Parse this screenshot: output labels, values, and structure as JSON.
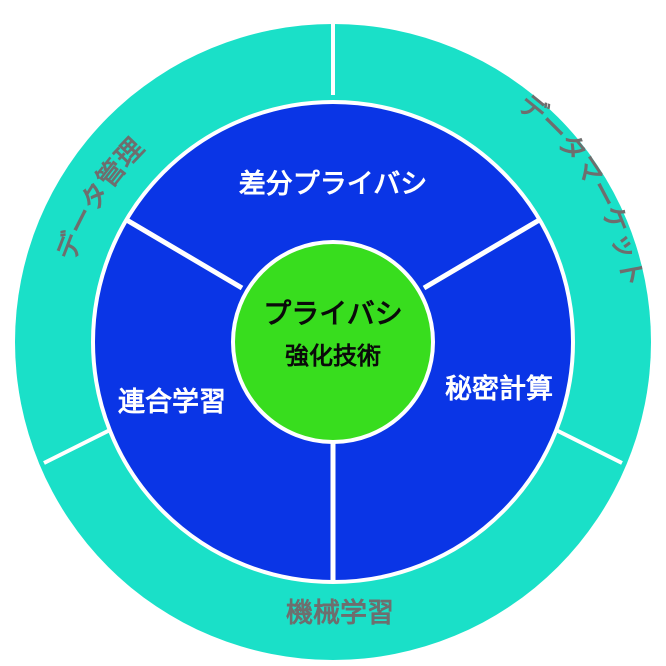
{
  "colors": {
    "outer_ring": "#1ae0c8",
    "inner_ring": "#0a35e6",
    "core": "#38dd1e",
    "divider": "#ffffff",
    "outer_text": "#6e6e6e",
    "inner_text": "#ffffff",
    "core_text": "#0a0a0a"
  },
  "outer_ring": {
    "top_left": "データ管理",
    "top_right": "データマーケット",
    "bottom": "機械学習"
  },
  "inner_ring": {
    "top": "差分プライバシ",
    "left": "連合学習",
    "right": "秘密計算"
  },
  "core": {
    "line1": "プライバシ",
    "line2": "強化技術"
  }
}
